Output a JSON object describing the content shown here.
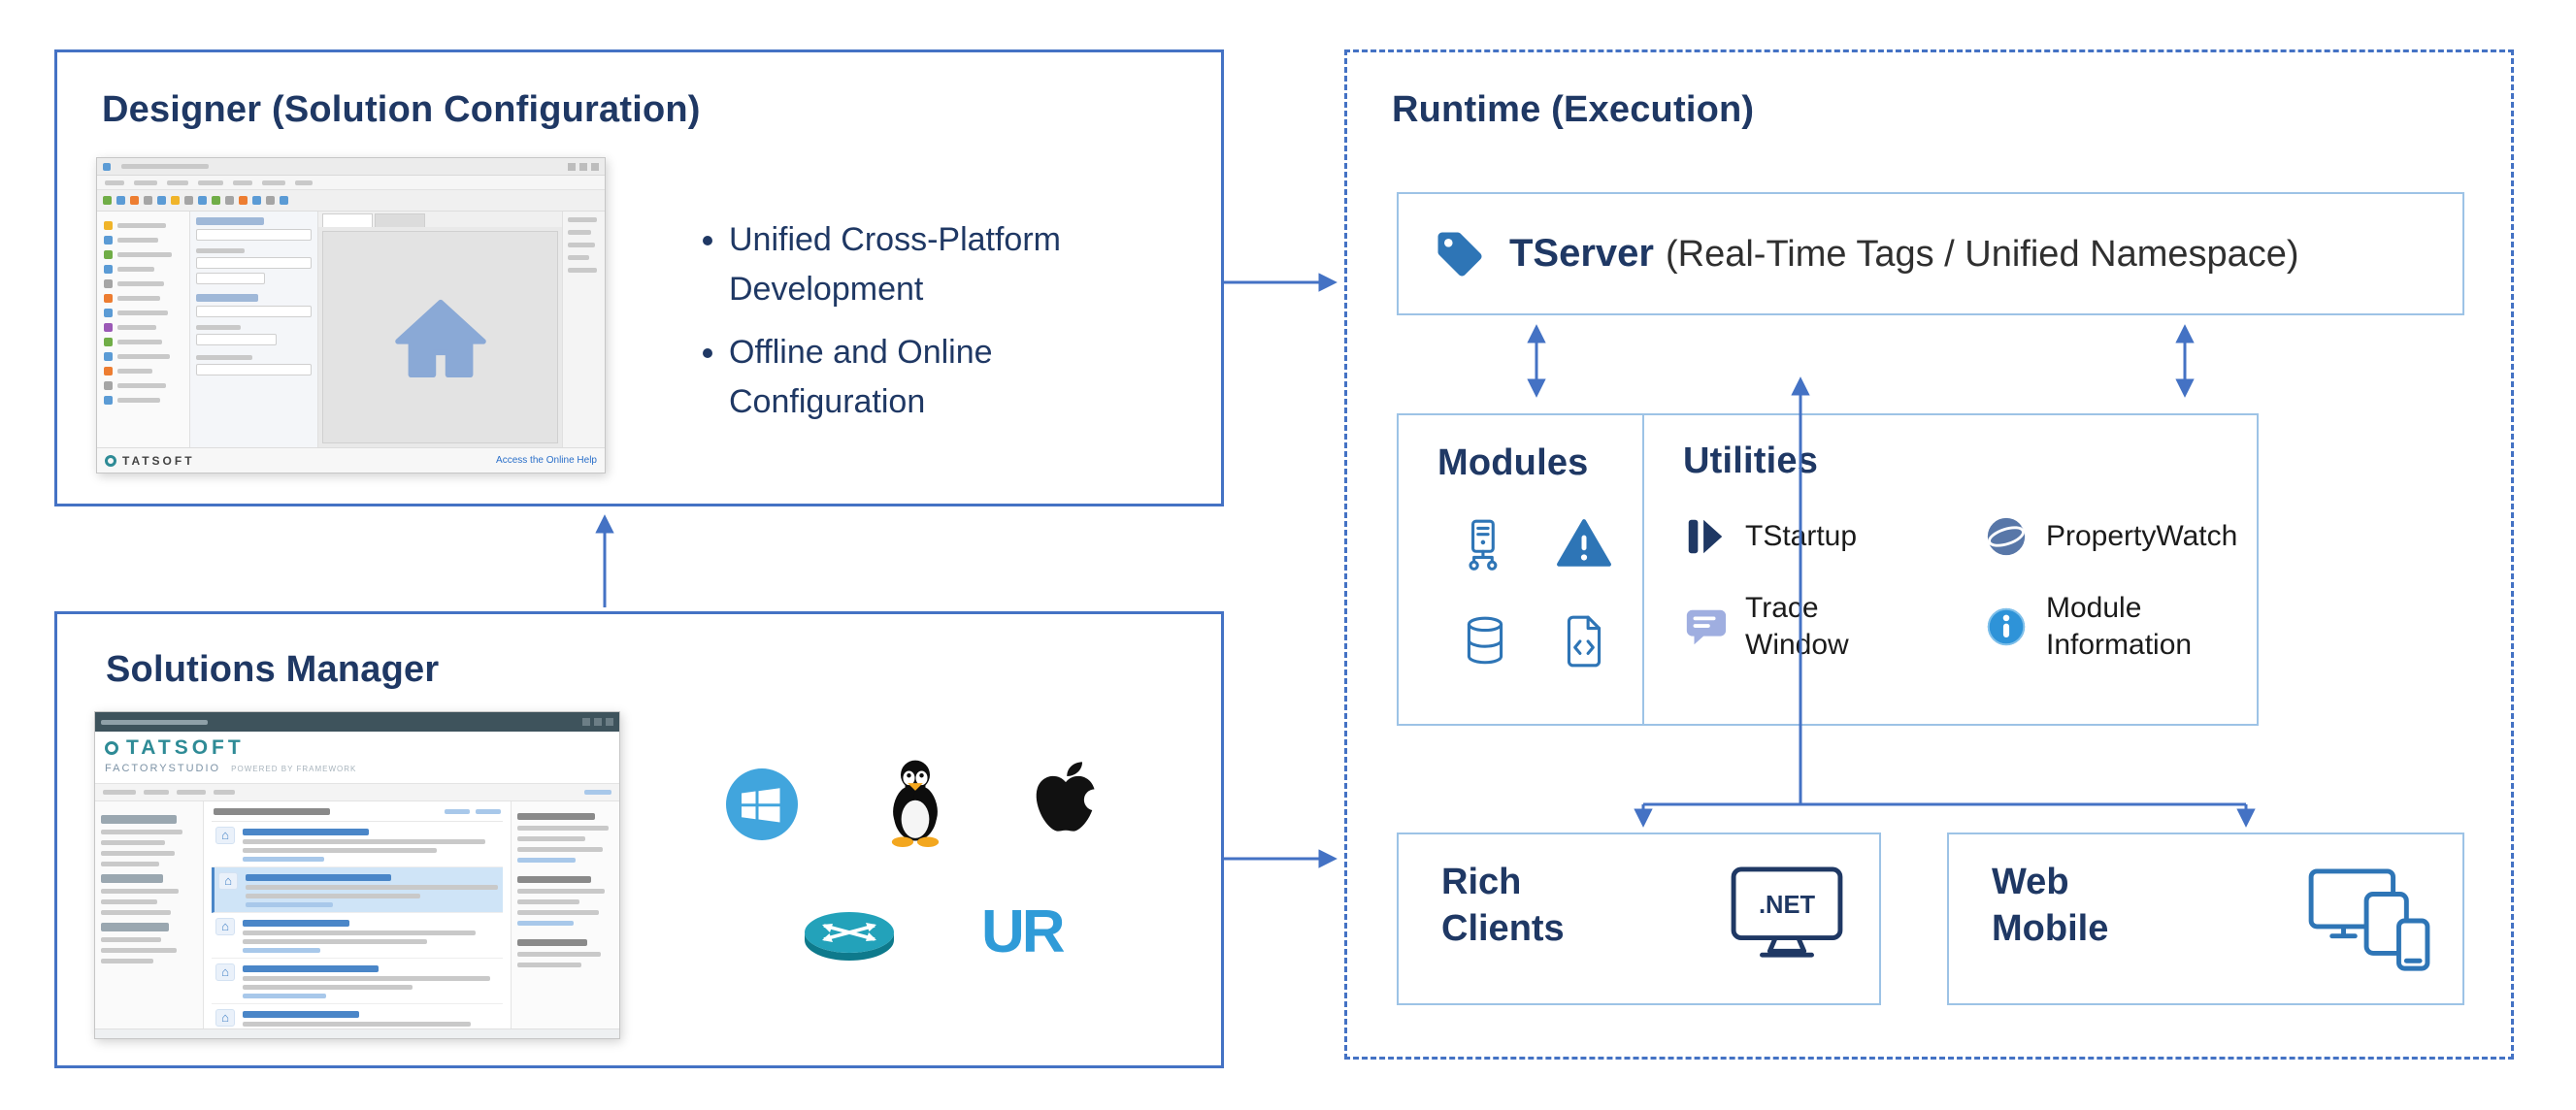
{
  "designer": {
    "title": "Designer (Solution Configuration)",
    "bullets": [
      "Unified Cross-Platform Development",
      "Offline and Online Configuration"
    ],
    "shot": {
      "brand": "TATSOFT",
      "help_link": "Access the Online Help"
    }
  },
  "solutions_manager": {
    "title": "Solutions Manager",
    "ur_label": "UR",
    "shot": {
      "brand": "TATSOFT",
      "product": "FACTORYSTUDIO",
      "powered": "POWERED BY FRAMEWORK"
    }
  },
  "runtime": {
    "title": "Runtime (Execution)",
    "tserver": {
      "name": "TServer",
      "desc": "(Real-Time Tags / Unified Namespace)"
    },
    "modules": {
      "title": "Modules"
    },
    "utilities": {
      "title": "Utilities",
      "items": [
        {
          "label": "TStartup"
        },
        {
          "label": "PropertyWatch"
        },
        {
          "label": "Trace Window"
        },
        {
          "label": "Module Information"
        }
      ]
    },
    "rich_clients": {
      "title": "Rich Clients",
      "badge": ".NET"
    },
    "web_mobile": {
      "title": "Web Mobile"
    }
  },
  "glyphs": {
    "house": "⌂"
  },
  "colors": {
    "accent_blue": "#4472C4",
    "navy": "#1F3864",
    "icon_blue": "#2E75B6",
    "light_border": "#9DC3E6"
  }
}
